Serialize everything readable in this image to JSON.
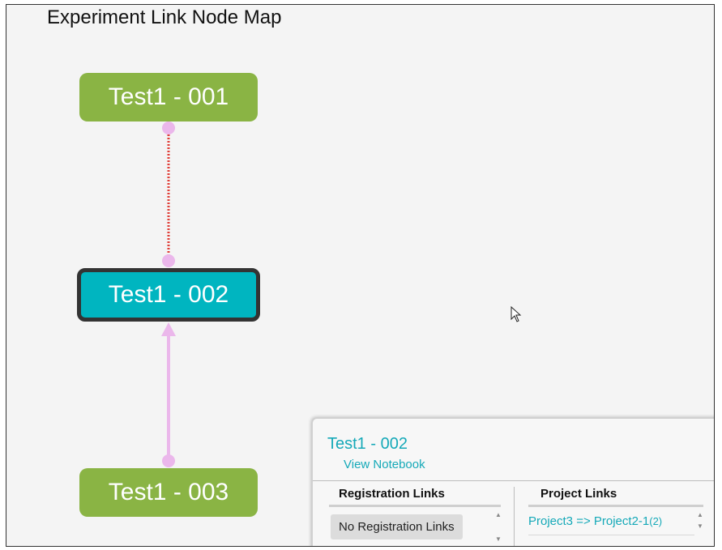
{
  "page": {
    "title": "Experiment Link Node Map"
  },
  "nodes": [
    {
      "label": "Test1 - 001",
      "state": "normal"
    },
    {
      "label": "Test1 - 002",
      "state": "selected"
    },
    {
      "label": "Test1 - 003",
      "state": "normal"
    }
  ],
  "colors": {
    "node_green": "#8ab444",
    "node_selected": "#00b5c0",
    "link_dotted": "#e0403a",
    "link_pink": "#ebb7eb"
  },
  "panel": {
    "title": "Test1 - 002",
    "view_notebook": "View Notebook",
    "registration": {
      "header": "Registration Links",
      "empty": "No Registration Links"
    },
    "project": {
      "header": "Project Links",
      "items": [
        {
          "label": "Project3 => Project2-1",
          "count": "(2)"
        }
      ]
    }
  }
}
